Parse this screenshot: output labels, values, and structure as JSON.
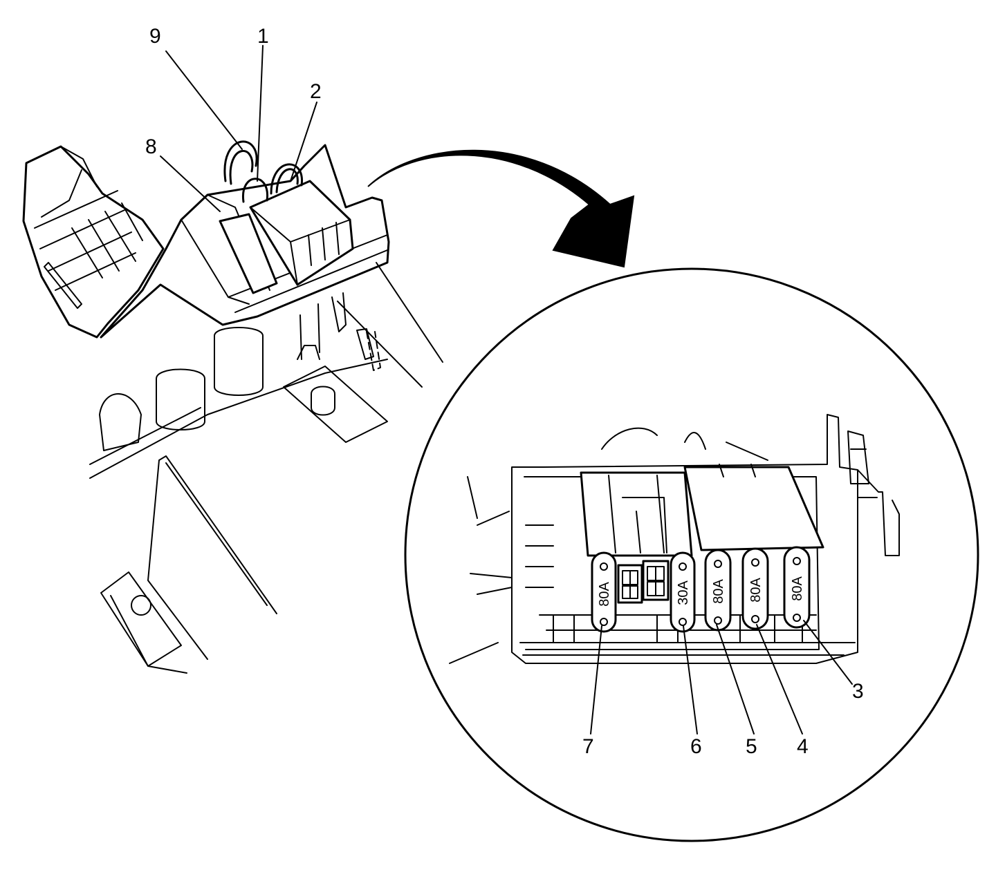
{
  "callouts": {
    "c1": "1",
    "c2": "2",
    "c3": "3",
    "c4": "4",
    "c5": "5",
    "c6": "6",
    "c7": "7",
    "c8": "8",
    "c9": "9"
  },
  "fuses": {
    "f7": "80A",
    "f6": "30A",
    "f5": "80A",
    "f4": "80A",
    "f3": "80A"
  },
  "colors": {
    "line": "#000000",
    "background": "#ffffff"
  }
}
